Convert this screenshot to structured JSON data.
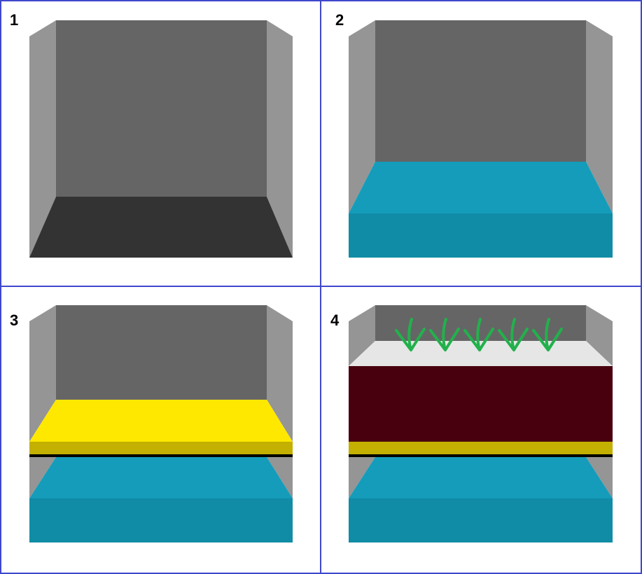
{
  "panels": [
    {
      "label": "1",
      "state": "empty box with dark floor"
    },
    {
      "label": "2",
      "state": "box filled with blue layer"
    },
    {
      "label": "3",
      "state": "blue layer, dark separator, yellow layer"
    },
    {
      "label": "4",
      "state": "blue layer, dark separator, yellow band, dark red layer, light top layer with green sprouts"
    }
  ],
  "colors": {
    "border": "#3f48cc",
    "back_wall": "#656565",
    "side_wall": "#959595",
    "floor": "#333333",
    "water_top": "#149cba",
    "water_front": "#118ca6",
    "separator": "#000000",
    "yellow_top": "#ffe800",
    "yellow_front": "#c3b000",
    "soil": "#48000e",
    "top_layer": "#e6e6e6",
    "sprout": "#22b14c"
  },
  "sprout_count": 5
}
